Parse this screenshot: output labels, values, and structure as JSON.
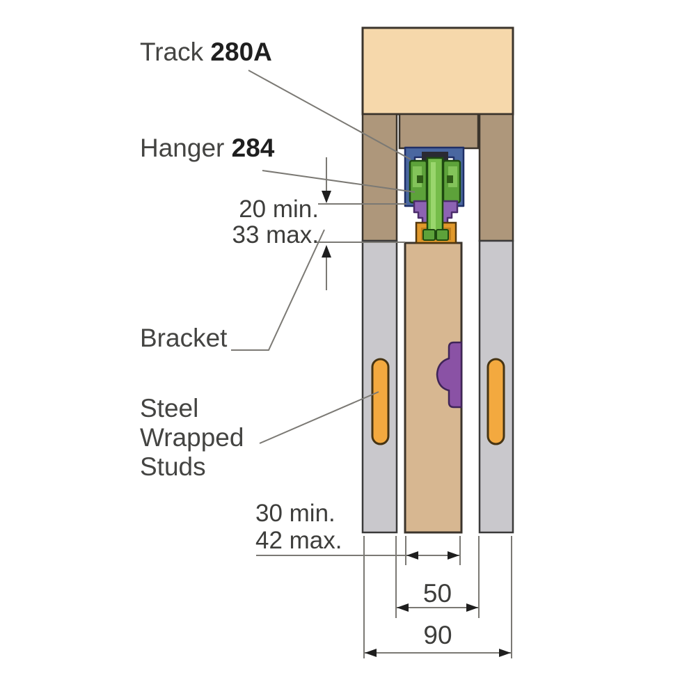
{
  "labels": {
    "track": {
      "name": "Track",
      "code": "280A"
    },
    "hanger": {
      "name": "Hanger",
      "code": "284"
    },
    "bracket": "Bracket",
    "studs": {
      "line1": "Steel",
      "line2": "Wrapped",
      "line3": "Studs"
    }
  },
  "dims": {
    "clearance_min": "20 min.",
    "clearance_max": "33 max.",
    "door_min": "30 min.",
    "door_max": "42 max.",
    "pocket": "50",
    "overall": "90"
  },
  "colors": {
    "header_timber": "#f6d8ab",
    "timber": "#ae977b",
    "wall": "#c9c8cc",
    "door": "#d7b791",
    "track_blue": "#4a67a0",
    "track_gap": "#2a2a33",
    "wheel_green": "#5da23a",
    "wheel_highlight": "#83c35a",
    "stem_green": "#76bd4a",
    "stem_highlight": "#9ad66d",
    "bracket_purple": "#8d63b3",
    "door_bracket_orange": "#e1992b",
    "door_bracket_shade": "#c07f1d",
    "stud_orange": "#f3a93f",
    "handle_purple": "#8a52a5",
    "line_gray": "#7b7974",
    "arrow_black": "#1e1e1e",
    "outline_dark": "#3b342c"
  }
}
